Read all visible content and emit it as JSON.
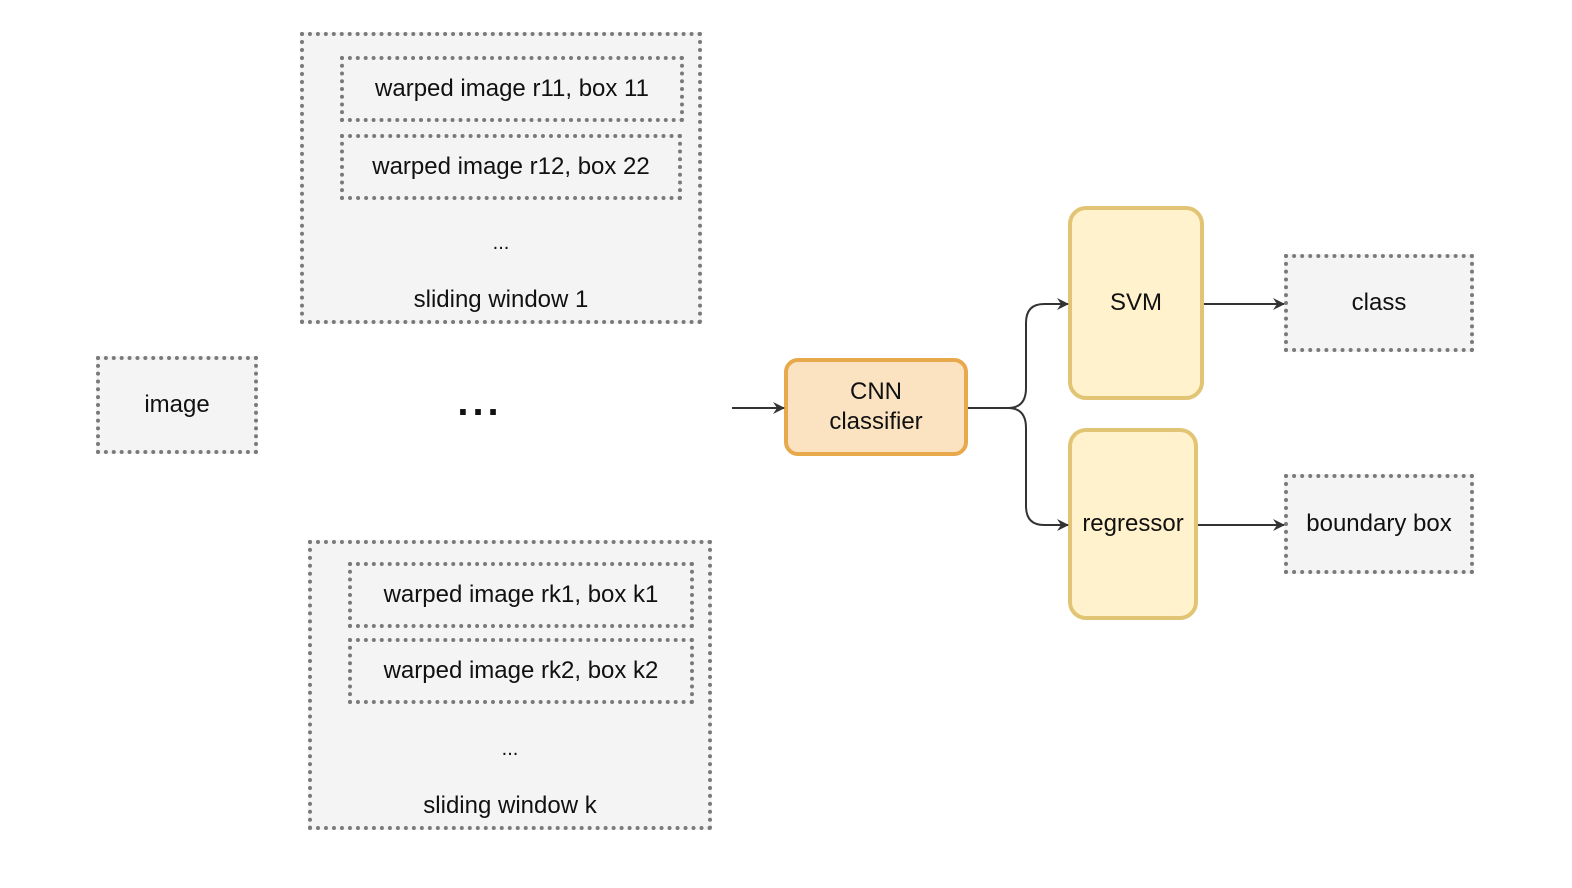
{
  "image_node": {
    "label": "image"
  },
  "window_1": {
    "items": [
      "warped image r11, box 11",
      "warped image r12, box 22"
    ],
    "ellipsis": "...",
    "label": "sliding window 1"
  },
  "middle_ellipsis": "...",
  "window_k": {
    "items": [
      "warped image rk1, box k1",
      "warped image rk2, box k2"
    ],
    "ellipsis": "...",
    "label": "sliding window k"
  },
  "cnn": {
    "line1": "CNN",
    "line2": "classifier"
  },
  "svm": {
    "label": "SVM"
  },
  "regressor": {
    "label": "regressor"
  },
  "outputs": {
    "class": "class",
    "boundary_box": "boundary box"
  },
  "colors": {
    "dotted_fill": "#f4f4f4",
    "dotted_border": "#7a7a7a",
    "cnn_fill": "#fbe3c1",
    "cnn_border": "#e8a84c",
    "svm_fill": "#fff2cc",
    "svm_border": "#e2c475",
    "arrow": "#333333"
  }
}
